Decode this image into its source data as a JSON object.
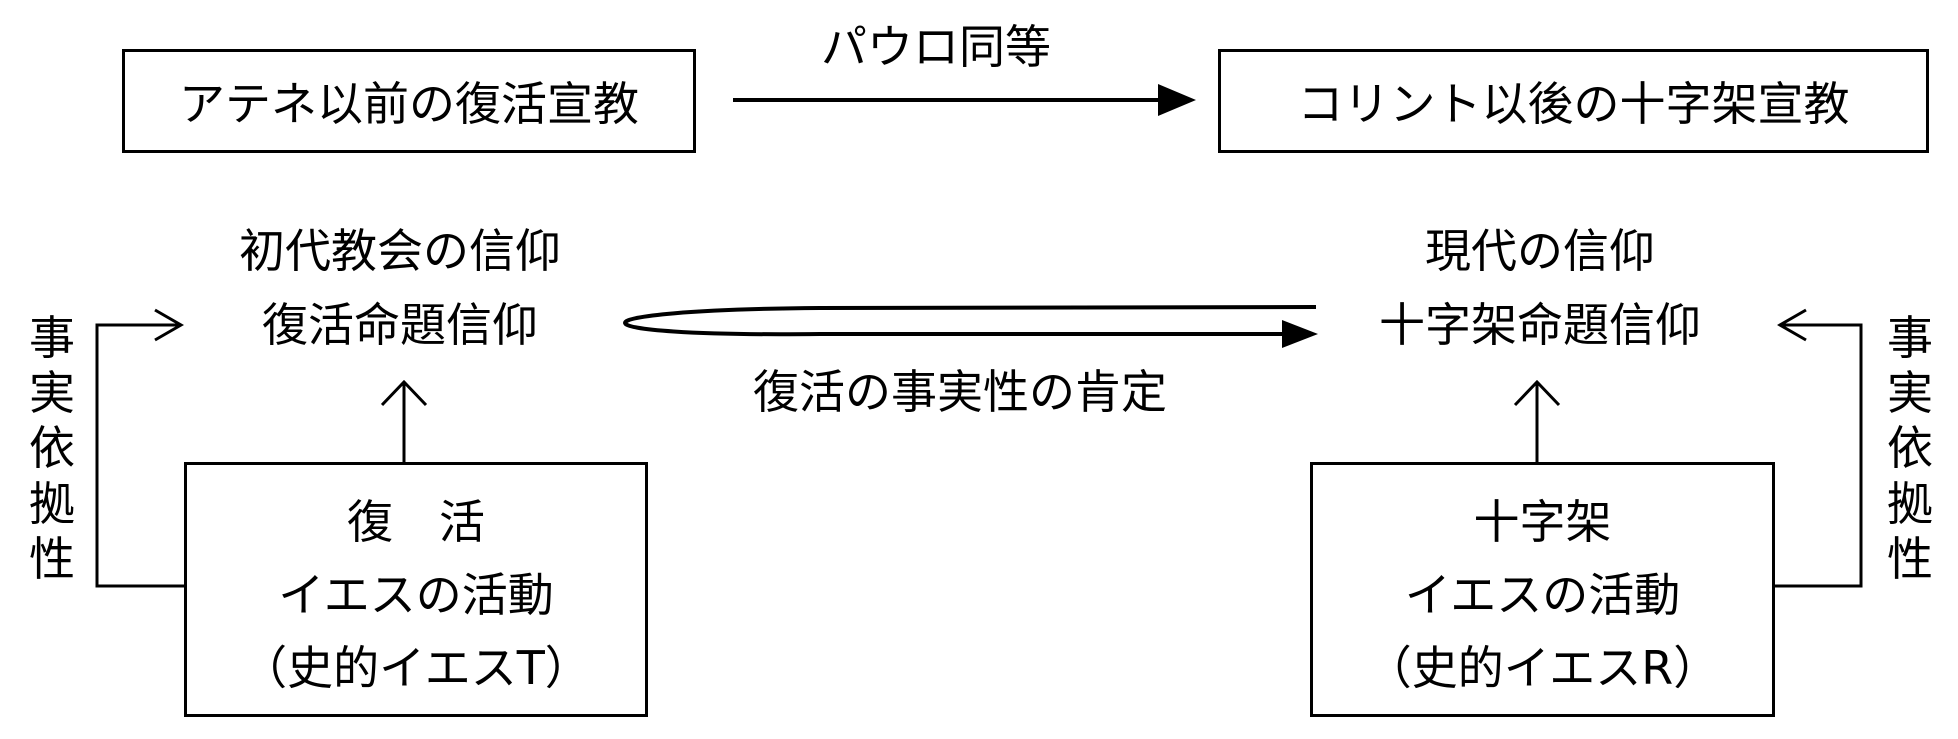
{
  "top": {
    "left_box": "アテネ以前の復活宣教",
    "arrow_label": "パウロ同等",
    "right_box": "コリント以後の十字架宣教"
  },
  "left_faith": {
    "line1": "初代教会の信仰",
    "line2": "復活命題信仰"
  },
  "right_faith": {
    "line1": "現代の信仰",
    "line2": "十字架命題信仰"
  },
  "middle_arrow_label": "復活の事実性の肯定",
  "side_label": {
    "left": [
      "事",
      "実",
      "依",
      "拠",
      "性"
    ],
    "right": [
      "事",
      "実",
      "依",
      "拠",
      "性"
    ]
  },
  "left_box": {
    "line1": "復　活",
    "line2": "イエスの活動",
    "line3": "（史的イエスT）"
  },
  "right_box": {
    "line1": "十字架",
    "line2": "イエスの活動",
    "line3": "（史的イエスR）"
  }
}
